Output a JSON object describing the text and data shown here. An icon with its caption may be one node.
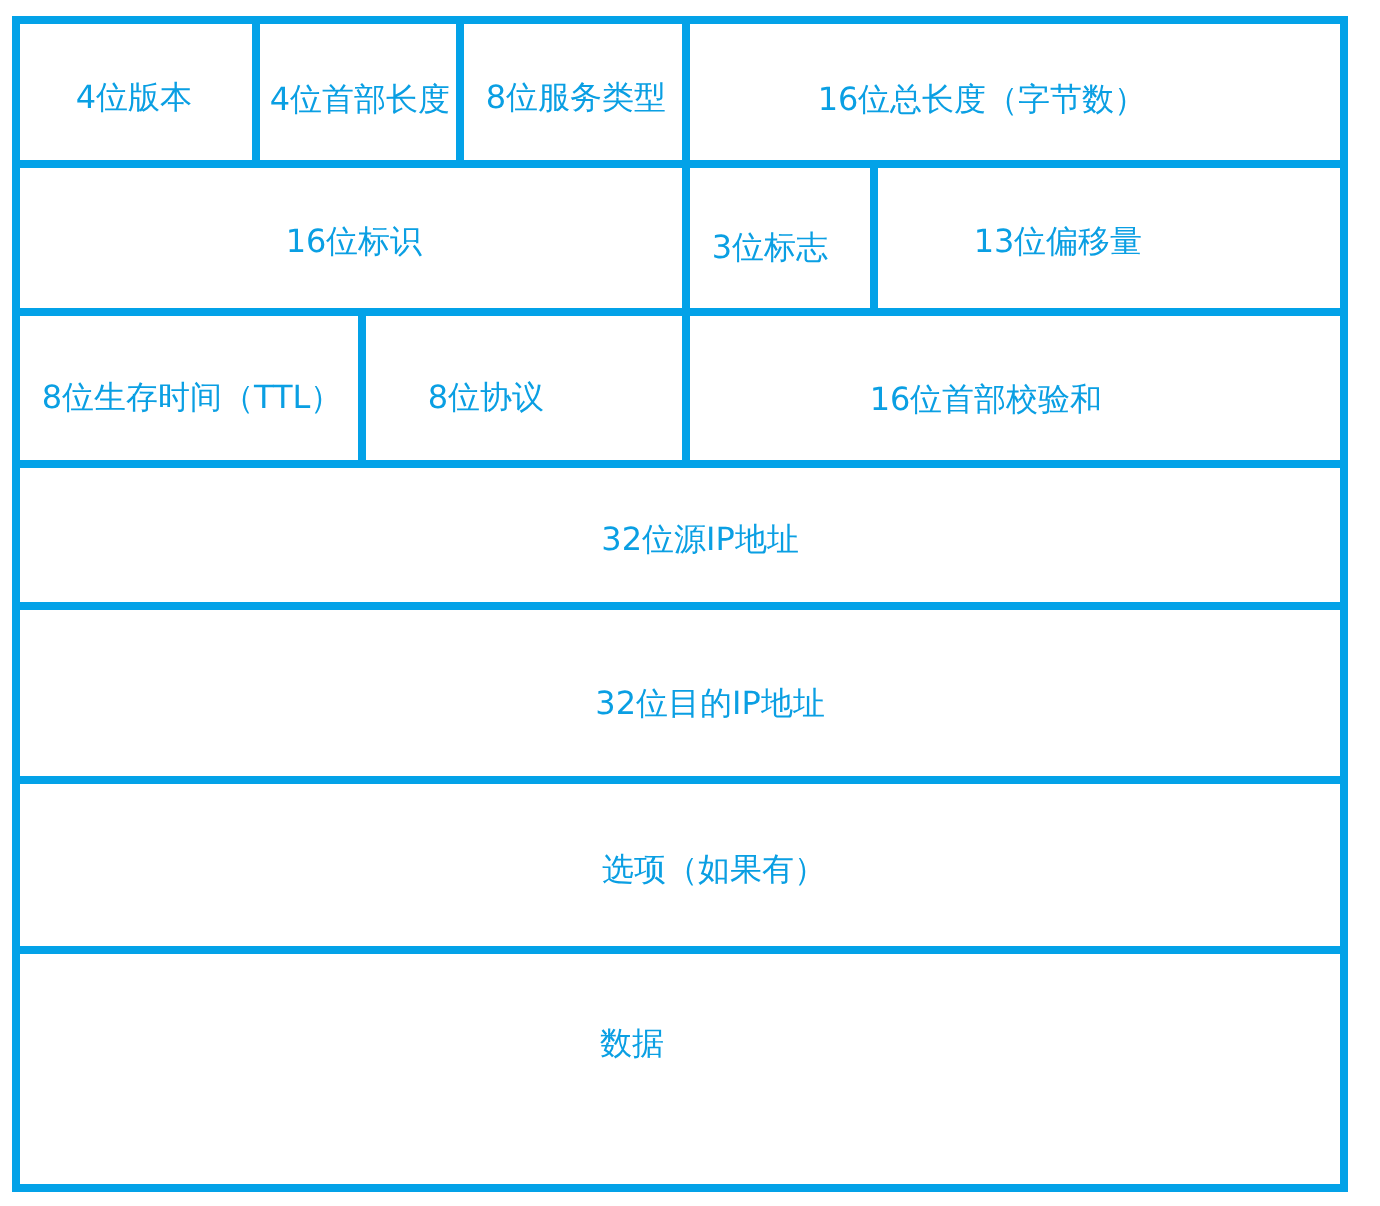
{
  "diagram": {
    "nodes": [
      {
        "text": [
          "4位版本"
        ]
      },
      {
        "text": [
          "4位首部长度"
        ]
      },
      {
        "text": [
          "8位服务类型"
        ]
      },
      {
        "text": [
          "16位总长度（字节数）"
        ]
      },
      {
        "text": [
          "16位标识"
        ]
      },
      {
        "text": [
          "3位标志"
        ]
      },
      {
        "text": [
          "13位偏移量"
        ]
      },
      {
        "text": [
          "8位生存时间（TTL）"
        ]
      },
      {
        "text": [
          "8位协议"
        ]
      },
      {
        "text": [
          "16位首部校验和"
        ]
      },
      {
        "text": [
          "32位源IP地址"
        ]
      },
      {
        "text": [
          "32位目的IP地址"
        ]
      },
      {
        "text": [
          "选项（如果有）"
        ]
      },
      {
        "text": [
          "数据"
        ]
      }
    ]
  }
}
